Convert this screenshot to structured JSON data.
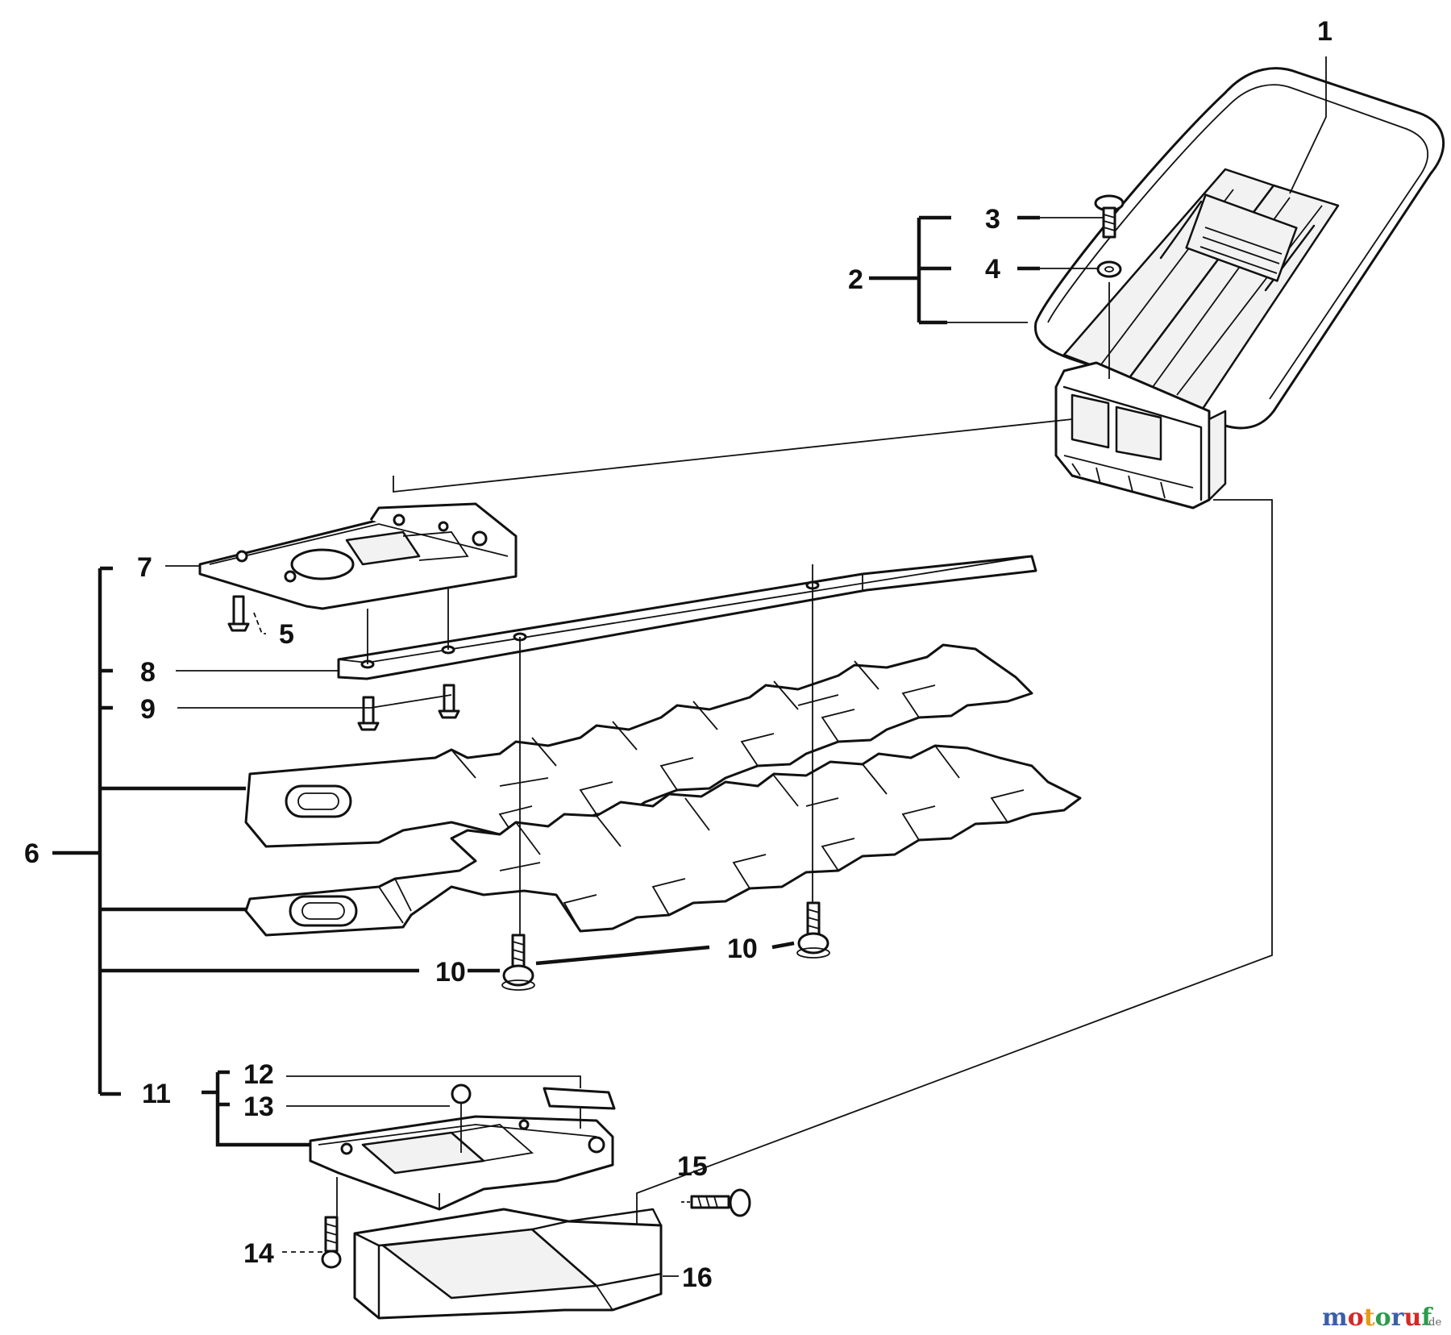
{
  "callouts": {
    "c1": "1",
    "c2": "2",
    "c3": "3",
    "c4": "4",
    "c5": "5",
    "c6": "6",
    "c7": "7",
    "c8": "8",
    "c9": "9",
    "c10a": "10",
    "c10b": "10",
    "c11": "11",
    "c12": "12",
    "c13": "13",
    "c14": "14",
    "c15": "15",
    "c16": "16"
  },
  "watermark": {
    "letters": [
      "m",
      "o",
      "t",
      "o",
      "r",
      "u",
      "f"
    ],
    "suffix": ".de",
    "colors": [
      "#3b5fa8",
      "#d62828",
      "#e89a12",
      "#2a9d4b",
      "#3b5fa8",
      "#d62828",
      "#2a9d4b"
    ]
  }
}
